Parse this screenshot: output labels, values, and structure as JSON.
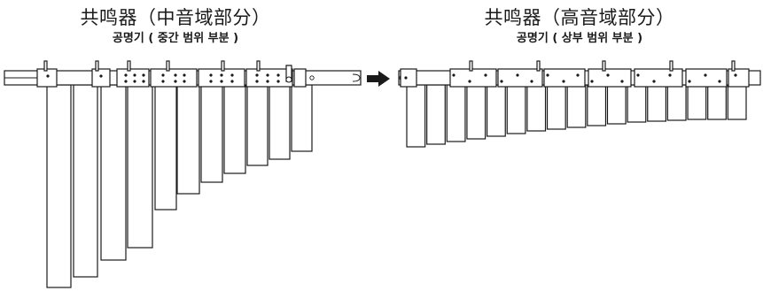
{
  "left": {
    "title_zh": "共鸣器（中音域部分）",
    "title_ko": "공명기 ( 중간 범위 부분 )"
  },
  "right": {
    "title_zh": "共鸣器（高音域部分）",
    "title_ko": "공명기 ( 상부 범위 부분 )"
  },
  "arrow": {
    "icon": "right-arrow-icon",
    "color": "#1a1a1a"
  }
}
